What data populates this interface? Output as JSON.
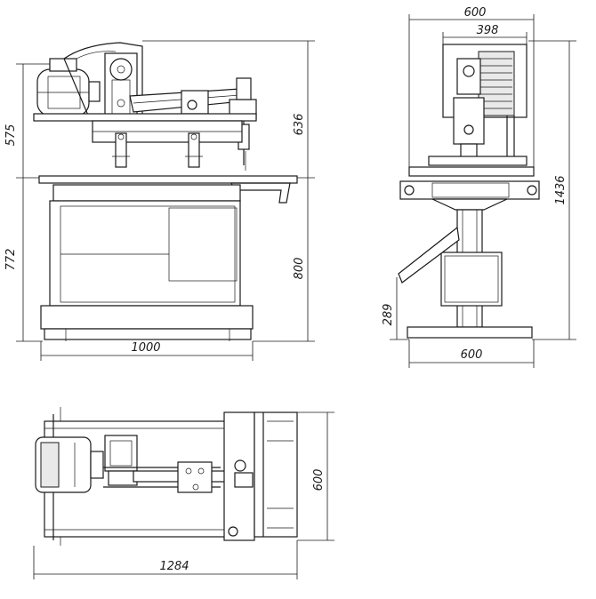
{
  "drawing": {
    "side_view": {
      "dim_top_height": "575",
      "dim_total_top": "636",
      "dim_base_height": "772",
      "dim_base_total": "800",
      "dim_width": "1000"
    },
    "end_view": {
      "dim_top_width": "600",
      "dim_inner_width": "398",
      "dim_total_height": "1436",
      "dim_low_height": "289",
      "dim_base_width": "600"
    },
    "plan_view": {
      "dim_depth": "600",
      "dim_length": "1284"
    }
  }
}
